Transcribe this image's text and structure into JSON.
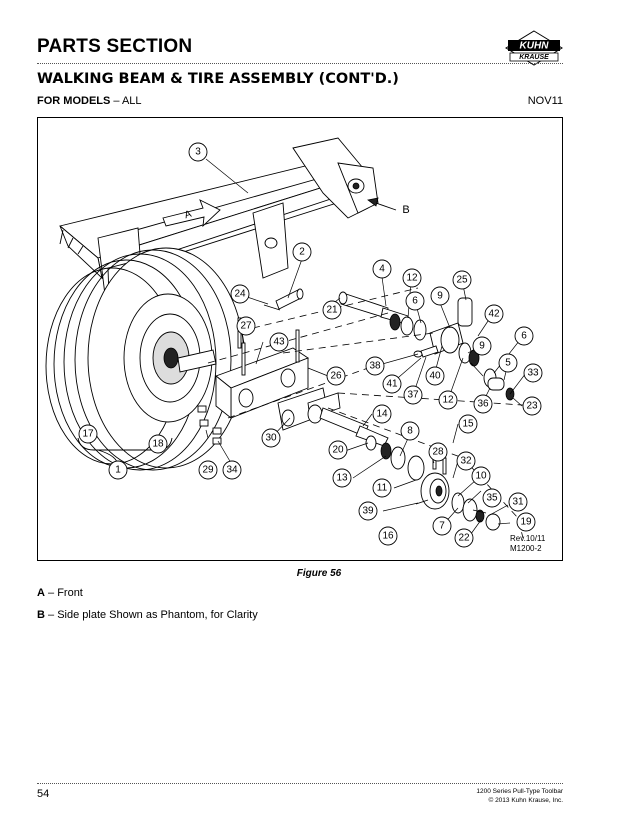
{
  "header": {
    "section_title": "PARTS SECTION",
    "logo_top": "KUHN",
    "logo_bottom": "KRAUSE"
  },
  "page_heading": "WALKING BEAM & TIRE ASSEMBLY (CONT'D.)",
  "models": {
    "label": "FOR MODELS",
    "value": "– ALL"
  },
  "date": "NOV11",
  "figure": {
    "caption": "Figure 56",
    "revision": "Rev.10/11",
    "drawing_id": "M1200-2",
    "letters": [
      "A",
      "B"
    ],
    "callouts": [
      "1",
      "2",
      "3",
      "4",
      "6",
      "8",
      "9",
      "10",
      "12",
      "13",
      "14",
      "15",
      "16",
      "17",
      "18",
      "19",
      "20",
      "21",
      "22",
      "23",
      "24",
      "25",
      "26",
      "27",
      "28",
      "29",
      "30",
      "31",
      "32",
      "33",
      "34",
      "35",
      "36",
      "37",
      "38",
      "39",
      "40",
      "41",
      "42",
      "43"
    ],
    "callout_repeats": [
      "5",
      "6",
      "9",
      "12"
    ]
  },
  "notes": [
    {
      "letter": "A",
      "text": "– Front"
    },
    {
      "letter": "B",
      "text": "– Side plate Shown as Phantom, for Clarity"
    }
  ],
  "footer": {
    "page_number": "54",
    "doc_title": "1200 Series Pull-Type Toolbar",
    "copyright": "© 2013 Kuhn Krause, Inc."
  }
}
